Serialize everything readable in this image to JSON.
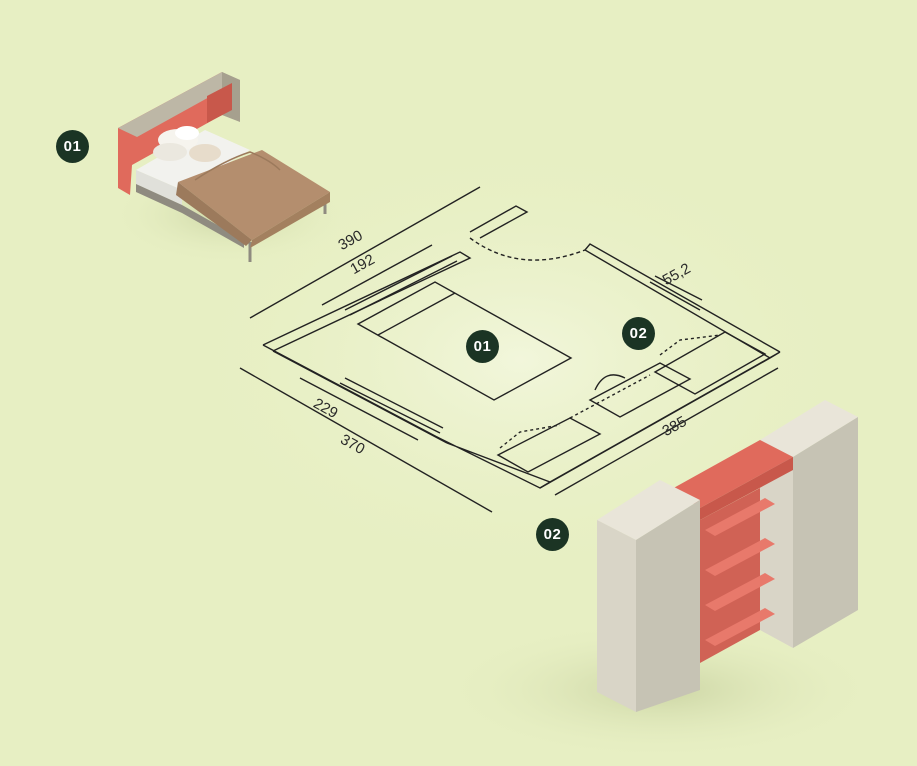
{
  "badges": {
    "bed": "01",
    "plan_bed": "01",
    "plan_wardrobe": "02",
    "wardrobe": "02"
  },
  "dimensions": {
    "top_outer": "390",
    "top_inner": "192",
    "wardrobe_side": "55,2",
    "left_inner": "229",
    "left_outer": "370",
    "right_bottom": "385"
  },
  "colors": {
    "background": "#e7efc3",
    "badge": "#1b3424",
    "accent_red": "#e06a5c",
    "panel_grey": "#c9c7b9",
    "linework": "#222222"
  },
  "icons": {
    "bed": "bed-illustration",
    "wardrobe": "shelving-unit-illustration"
  }
}
